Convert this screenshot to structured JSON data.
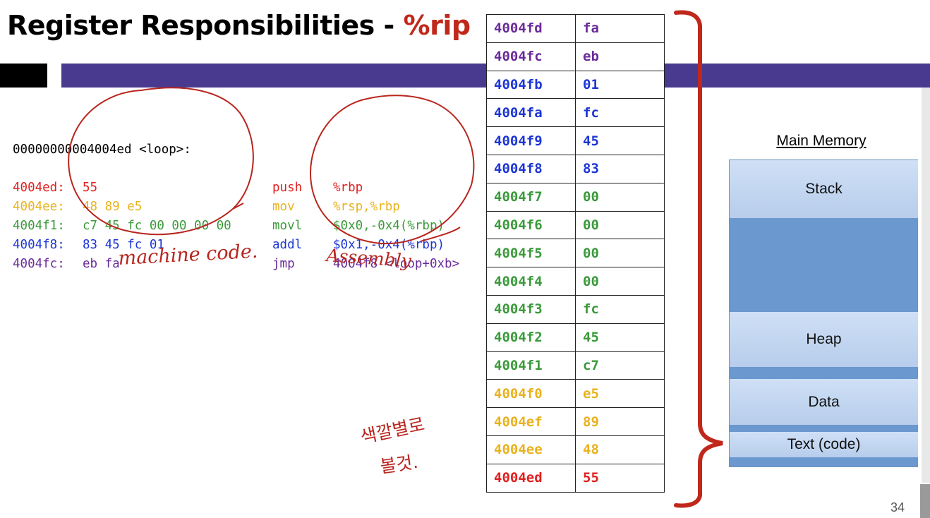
{
  "slide": {
    "title_prefix": "Register Responsibilities - ",
    "title_accent": "%rip",
    "page_number": "34",
    "colors": {
      "accent_red": "#c0281c",
      "header_bar": "#4a3a8f",
      "ink": "#b8261e"
    }
  },
  "disassembly": {
    "header": "00000000004004ed <loop>:",
    "lines": [
      {
        "addr": "4004ed:",
        "bytes": "55",
        "op": "push",
        "arg": "%rbp",
        "color": "#e02020"
      },
      {
        "addr": "4004ee:",
        "bytes": "48 89 e5",
        "op": "mov",
        "arg": "%rsp,%rbp",
        "color": "#e9b21e"
      },
      {
        "addr": "4004f1:",
        "bytes": "c7 45 fc 00 00 00 00",
        "op": "movl",
        "arg": "$0x0,-0x4(%rbp)",
        "color": "#3a9a3a"
      },
      {
        "addr": "4004f8:",
        "bytes": "83 45 fc 01",
        "op": "addl",
        "arg": "$0x1,-0x4(%rbp)",
        "color": "#1c35d6"
      },
      {
        "addr": "4004fc:",
        "bytes": "eb fa",
        "op": "jmp",
        "arg": "4004f8 <loop+0xb>",
        "color": "#6a2a9a"
      }
    ]
  },
  "memory_table": {
    "rows": [
      {
        "addr": "4004fd",
        "value": "fa",
        "color": "#6a2a9a"
      },
      {
        "addr": "4004fc",
        "value": "eb",
        "color": "#6a2a9a"
      },
      {
        "addr": "4004fb",
        "value": "01",
        "color": "#1c35d6"
      },
      {
        "addr": "4004fa",
        "value": "fc",
        "color": "#1c35d6"
      },
      {
        "addr": "4004f9",
        "value": "45",
        "color": "#1c35d6"
      },
      {
        "addr": "4004f8",
        "value": "83",
        "color": "#1c35d6"
      },
      {
        "addr": "4004f7",
        "value": "00",
        "color": "#3a9a3a"
      },
      {
        "addr": "4004f6",
        "value": "00",
        "color": "#3a9a3a"
      },
      {
        "addr": "4004f5",
        "value": "00",
        "color": "#3a9a3a"
      },
      {
        "addr": "4004f4",
        "value": "00",
        "color": "#3a9a3a"
      },
      {
        "addr": "4004f3",
        "value": "fc",
        "color": "#3a9a3a"
      },
      {
        "addr": "4004f2",
        "value": "45",
        "color": "#3a9a3a"
      },
      {
        "addr": "4004f1",
        "value": "c7",
        "color": "#3a9a3a"
      },
      {
        "addr": "4004f0",
        "value": "e5",
        "color": "#e9b21e"
      },
      {
        "addr": "4004ef",
        "value": "89",
        "color": "#e9b21e"
      },
      {
        "addr": "4004ee",
        "value": "48",
        "color": "#e9b21e"
      },
      {
        "addr": "4004ed",
        "value": "55",
        "color": "#e02020"
      }
    ]
  },
  "main_memory": {
    "title": "Main Memory",
    "segments": {
      "stack": "Stack",
      "heap": "Heap",
      "data": "Data",
      "text": "Text (code)"
    }
  },
  "annotations": {
    "machine_code": "machine code.",
    "assembly": "Assembly",
    "korean_note_line1": "색깔별로",
    "korean_note_line2": "볼것."
  }
}
